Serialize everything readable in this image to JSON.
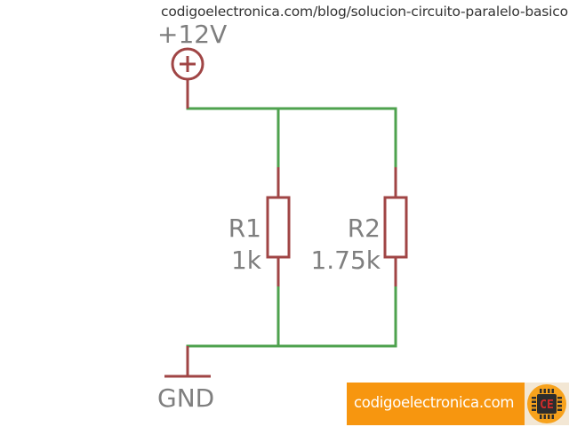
{
  "header": {
    "url_text": "codigoelectronica.com/blog/solucion-circuito-paralelo-basico"
  },
  "schematic": {
    "supply": {
      "label": "+12V",
      "symbol": "+"
    },
    "ground": {
      "label": "GND"
    },
    "resistors": [
      {
        "name": "R1",
        "value": "1k"
      },
      {
        "name": "R2",
        "value": "1.75k"
      }
    ],
    "colors": {
      "wire": "#4ea24e",
      "component": "#a04545",
      "label": "#7f7f7f"
    }
  },
  "footer": {
    "brand_text": "codigoelectronica.com",
    "logo_text": "CE",
    "brand_color": "#f7960f",
    "logo_chip_color": "#2d2d2d",
    "logo_text_color": "#d42b2b"
  }
}
